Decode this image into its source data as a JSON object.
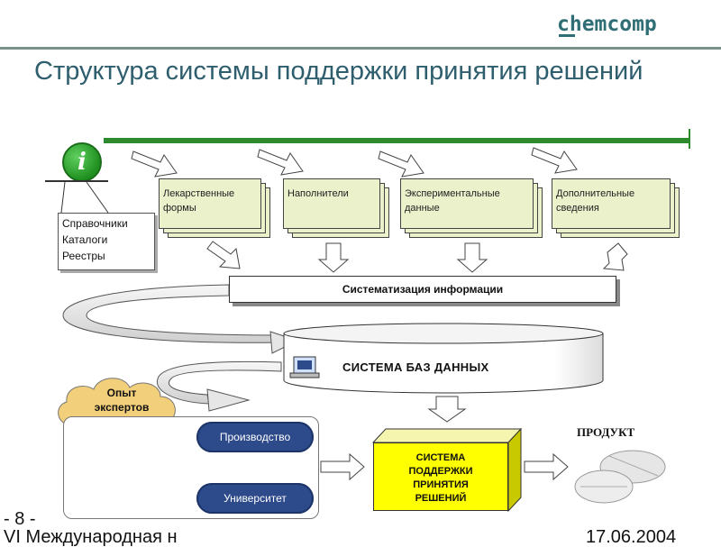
{
  "brand": "chemcomp",
  "title": "Структура системы поддержки принятия решений",
  "info_icon": "i",
  "references": [
    "Справочники",
    "Каталоги",
    "Реестры"
  ],
  "sources": [
    "Лекарственные формы",
    "Наполнители",
    "Экспериментальные данные",
    "Дополнительные сведения"
  ],
  "systematization": "Систематизация информации",
  "database": "СИСТЕМА БАЗ ДАННЫХ",
  "experts": "Опыт экспертов",
  "production": "Производство",
  "university": "Университет",
  "dss": [
    "СИСТЕМА",
    "ПОДДЕРЖКИ",
    "ПРИНЯТИЯ",
    "РЕШЕНИЙ"
  ],
  "product": "ПРОДУКТ",
  "footer": {
    "page": "- 8 -",
    "event": "VI Международная н",
    "date": "17.06.2004"
  },
  "colors": {
    "title": "#2f5f6e",
    "green_line": "#2e8a2e",
    "doc_fill": "#eaf1cb",
    "pill": "#2d4a8a",
    "dss": "#ffff00",
    "cloud": "#f2cf7a"
  }
}
